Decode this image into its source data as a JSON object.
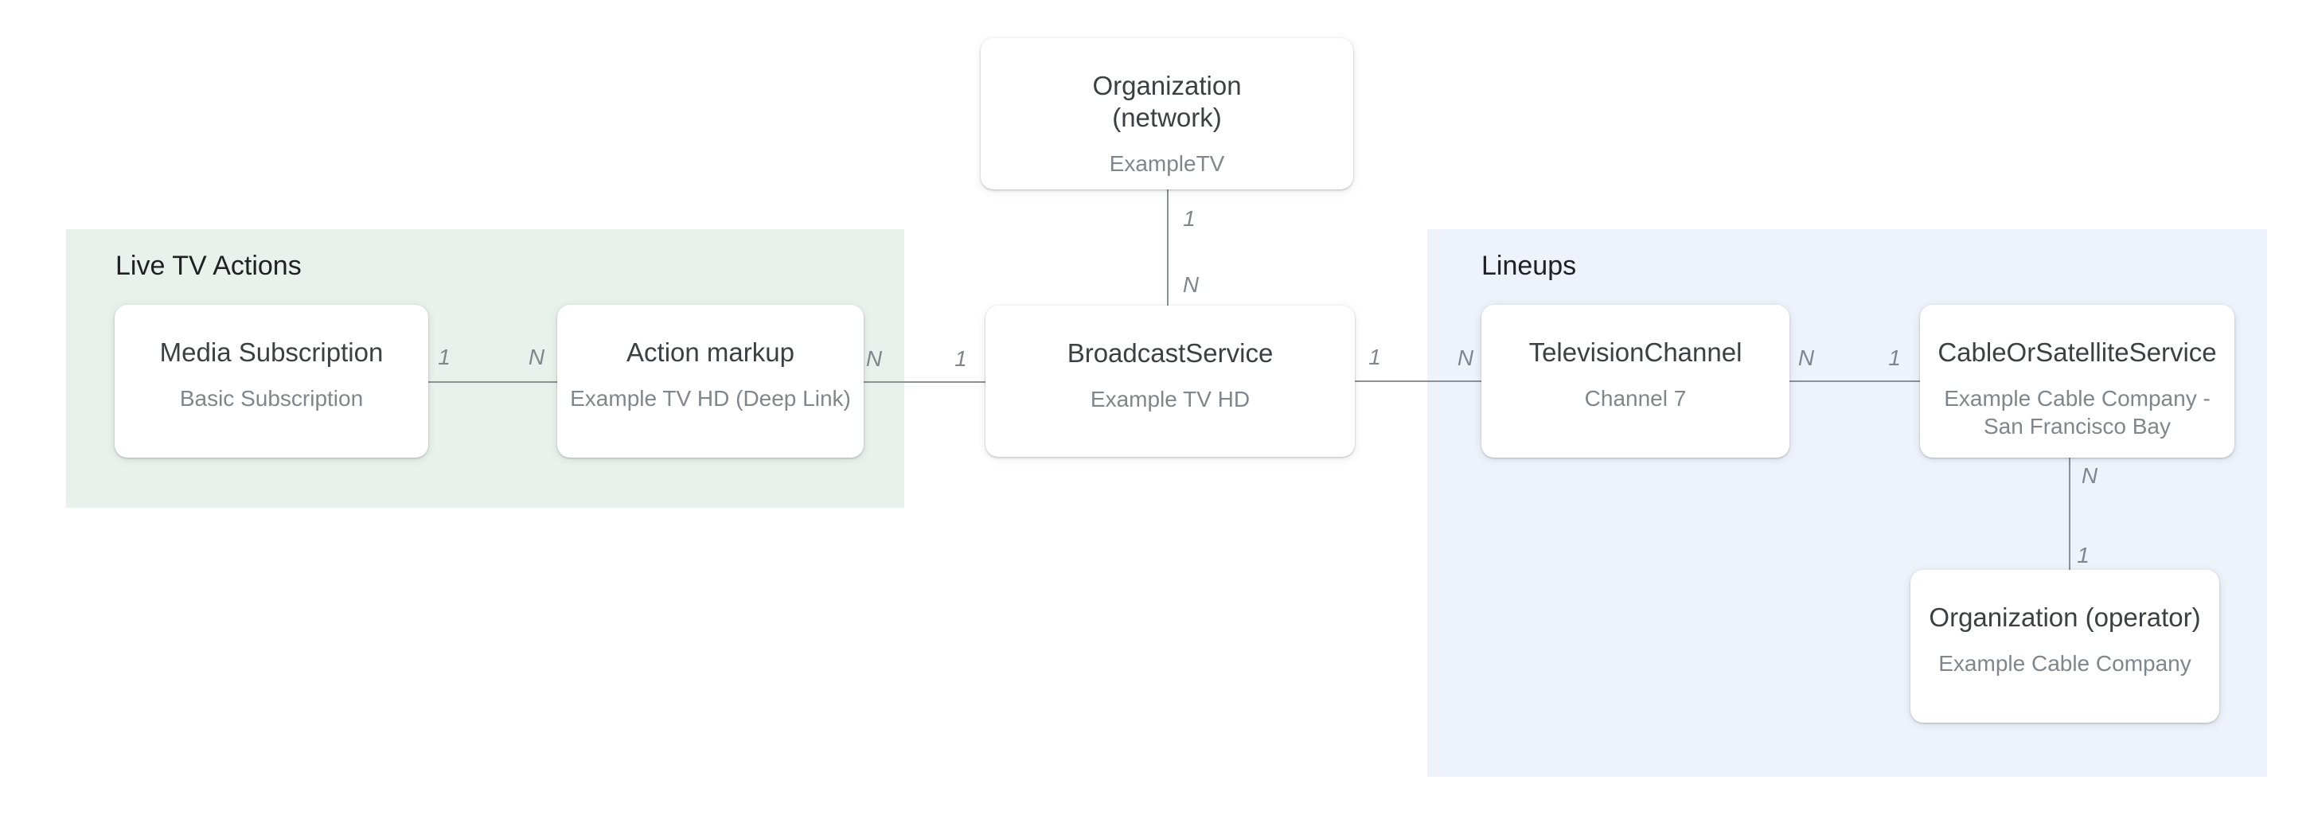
{
  "diagram": {
    "sections": [
      {
        "label": "Live TV Actions",
        "bg_color": "#E8F1EC"
      },
      {
        "label": "Lineups",
        "bg_color": "#EDF2FB"
      }
    ],
    "nodes": [
      {
        "title": "Organization\n(network)",
        "subtitle": "ExampleTV"
      },
      {
        "title": "Media Subscription",
        "subtitle": "Basic Subscription"
      },
      {
        "title": "Action markup",
        "subtitle": "Example TV HD (Deep Link)"
      },
      {
        "title": "BroadcastService",
        "subtitle": "Example TV HD"
      },
      {
        "title": "TelevisionChannel",
        "subtitle": "Channel 7"
      },
      {
        "title": "CableOrSatelliteService",
        "subtitle": "Example Cable Company -\nSan Francisco Bay"
      },
      {
        "title": "Organization (operator)",
        "subtitle": "Example Cable Company"
      }
    ],
    "connectors": [
      {
        "from": "Organization (network)",
        "to": "BroadcastService",
        "from_label": "1",
        "to_label": "N"
      },
      {
        "from": "Media Subscription",
        "to": "Action markup",
        "from_label": "1",
        "to_label": "N"
      },
      {
        "from": "Action markup",
        "to": "BroadcastService",
        "from_label": "N",
        "to_label": "1"
      },
      {
        "from": "BroadcastService",
        "to": "TelevisionChannel",
        "from_label": "1",
        "to_label": "N"
      },
      {
        "from": "TelevisionChannel",
        "to": "CableOrSatelliteService",
        "from_label": "N",
        "to_label": "1"
      },
      {
        "from": "CableOrSatelliteService",
        "to": "Organization (operator)",
        "from_label": "N",
        "to_label": "1"
      }
    ],
    "colors": {
      "page_bg": "#FFFFFF",
      "node_bg": "#FFFFFF",
      "node_title": "#3C4043",
      "node_subtitle": "#80868B",
      "section_title": "#202124",
      "connector_line": "#8B9196",
      "cardinality_label": "#80868B",
      "live_tv_actions_bg": "#E8F1EC",
      "lineups_bg": "#EDF2FB"
    }
  }
}
